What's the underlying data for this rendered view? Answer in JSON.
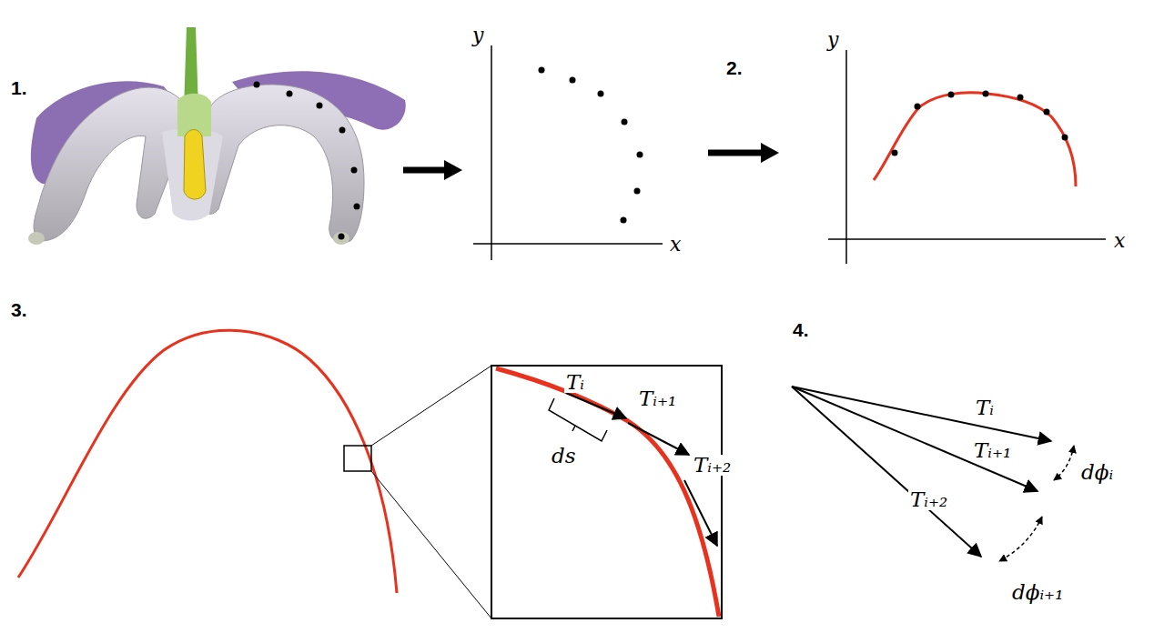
{
  "diagram": {
    "labels": [
      "1.",
      "y",
      "x",
      "2.",
      "y",
      "x",
      "3.",
      "Tᵢ",
      "Tᵢ₊₁",
      "ds",
      "Tᵢ₊₂",
      "4.",
      "Tᵢ",
      "Tᵢ₊₁",
      "dϕᵢ",
      "Tᵢ₊₂",
      "dϕᵢ₊₁"
    ]
  }
}
